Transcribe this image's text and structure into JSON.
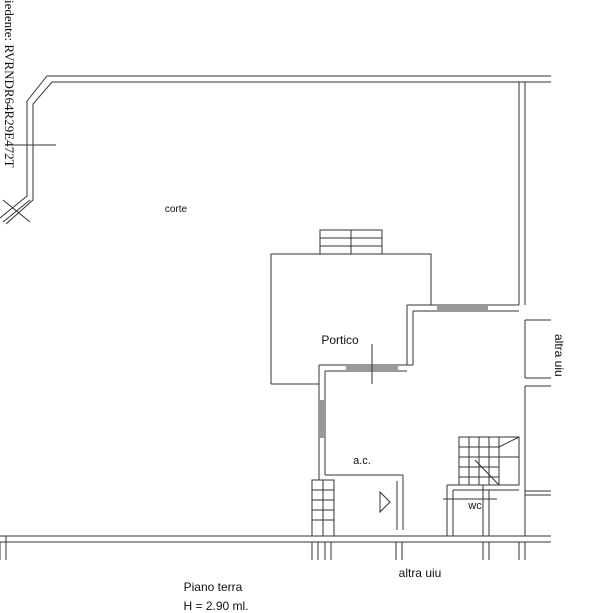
{
  "header": {
    "rotated_id": "iedente: RVRNDR64R29E472T"
  },
  "labels": {
    "corte": "corte",
    "portico": "Portico",
    "ac": "a.c.",
    "wc": "wc",
    "altra_uiu_right": "altra uiu",
    "altra_uiu_bottom": "altra uiu"
  },
  "footer": {
    "floor": "Piano terra",
    "height": "H = 2.90 ml."
  }
}
